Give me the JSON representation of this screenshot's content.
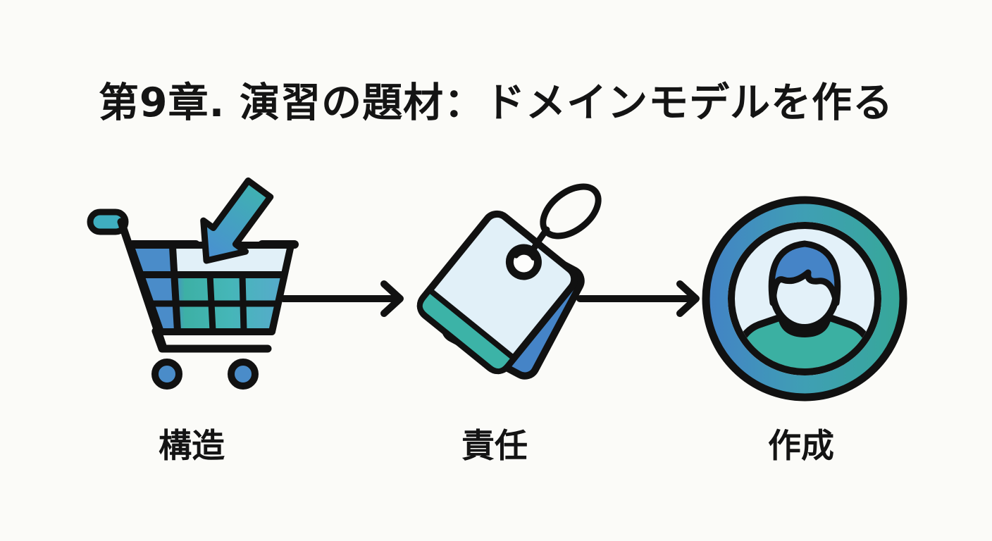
{
  "title": "第9章. 演習の題材：ドメインモデルを作る",
  "steps": [
    {
      "id": "structure",
      "label": "構造",
      "icon": "shopping-cart-icon"
    },
    {
      "id": "responsibility",
      "label": "責任",
      "icon": "price-tags-icon"
    },
    {
      "id": "creation",
      "label": "作成",
      "icon": "person-avatar-icon"
    }
  ],
  "connectors": [
    {
      "from": "構造",
      "to": "責任",
      "type": "arrow-right"
    },
    {
      "from": "責任",
      "to": "作成",
      "type": "arrow-right"
    }
  ],
  "colors": {
    "background": "#fbfbf8",
    "outline": "#111111",
    "text": "#141414",
    "blue": "#4584c7",
    "teal": "#3cb3a7",
    "light_blue": "#e1f0f8"
  }
}
